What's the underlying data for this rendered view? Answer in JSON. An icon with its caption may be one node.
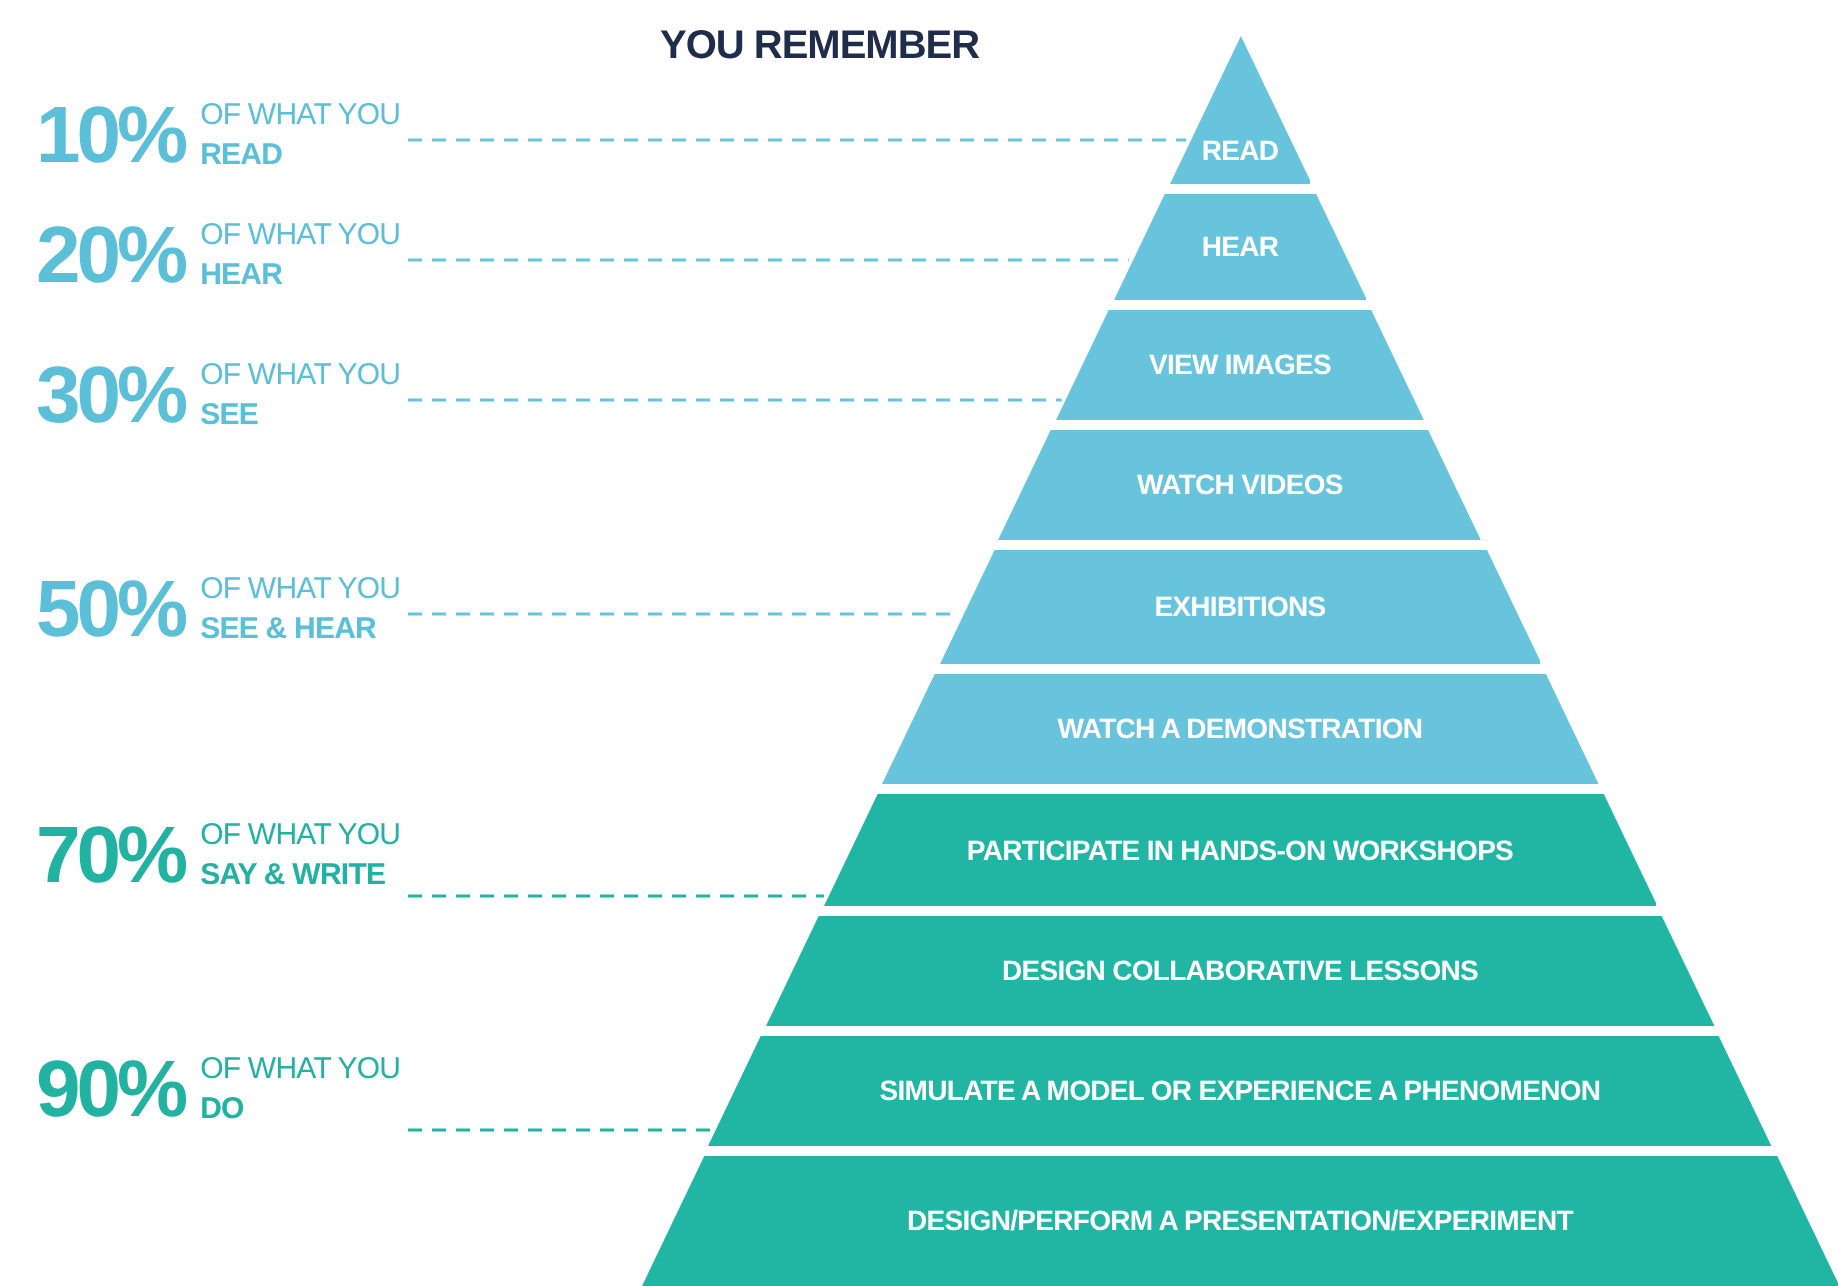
{
  "diagram": {
    "nodes": [
      {
        "text": [
          "READ"
        ]
      },
      {
        "text": [
          "HEAR"
        ]
      },
      {
        "text": [
          "VIEW IMAGES"
        ]
      },
      {
        "text": [
          "WATCH VIDEOS"
        ]
      },
      {
        "text": [
          "EXHIBITIONS"
        ]
      },
      {
        "text": [
          "WATCH A DEMONSTRATION"
        ]
      },
      {
        "text": [
          "PARTICIPATE IN HANDS-ON WORKSHOPS"
        ]
      },
      {
        "text": [
          "DESIGN COLLABORATIVE LESSONS"
        ]
      },
      {
        "text": [
          "SIMULATE A MODEL OR EXPERIENCE A PHENOMENON"
        ]
      },
      {
        "text": [
          "DESIGN/PERFORM A PRESENTATION/EXPERIMENT"
        ]
      },
      {
        "text": [
          "10%",
          "OF WHAT YOU **READ**"
        ]
      },
      {
        "text": [
          "20%",
          "OF WHAT YOU **HEAR**"
        ]
      },
      {
        "text": [
          "30%",
          "OF WHAT YOU **SEE**"
        ]
      },
      {
        "text": [
          "50%",
          "OF WHAT YOU **SEE & HEAR**"
        ]
      },
      {
        "text": [
          "70%",
          "OF WHAT YOU **SAY & WRITE**"
        ]
      },
      {
        "text": [
          "90%",
          "OF WHAT YOU **DO**"
        ]
      }
    ],
    "edges": [
      {
        "from": 10,
        "to": 0,
        "arrow": "none",
        "style": "dashed"
      },
      {
        "from": 11,
        "to": 1,
        "arrow": "none",
        "style": "dashed"
      },
      {
        "from": 12,
        "to": 2,
        "arrow": "none",
        "style": "dashed"
      },
      {
        "from": 13,
        "to": 4,
        "arrow": "none",
        "style": "dashed"
      },
      {
        "from": 14,
        "to": 6,
        "arrow": "none",
        "style": "dashed",
        "color": "#20b3a2"
      },
      {
        "from": 15,
        "to": 8,
        "arrow": "none",
        "style": "dashed",
        "color": "#20b3a2"
      }
    ],
    "labels": [
      "YOU REMEMBER"
    ]
  }
}
